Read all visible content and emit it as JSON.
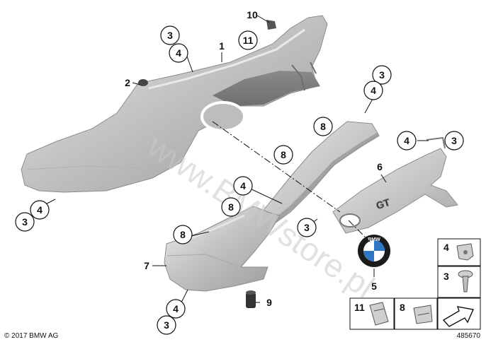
{
  "diagram": {
    "callouts": {
      "c_10": "10",
      "c_3_top": "3",
      "c_1": "1",
      "c_11": "11",
      "c_4_top": "4",
      "c_2": "2",
      "c_3_right": "3",
      "c_4_right": "4",
      "c_8_mid": "8",
      "c_4_far": "4",
      "c_3_far": "3",
      "c_8_center": "8",
      "c_6": "6",
      "c_4_center": "4",
      "c_8_lower": "8",
      "c_3_center": "3",
      "c_3_left": "3",
      "c_4_left": "4",
      "c_8_bottom": "8",
      "c_7": "7",
      "c_5": "5",
      "c_9": "9",
      "c_4_bot": "4",
      "c_3_bot": "3"
    },
    "legend": {
      "k4": "4",
      "k3": "3",
      "k11": "11",
      "k8": "8"
    },
    "badge_text": "GT",
    "copyright": "© 2017 BMW AG",
    "diagram_number": "485670",
    "watermark": "www.BMWstore.pl"
  }
}
